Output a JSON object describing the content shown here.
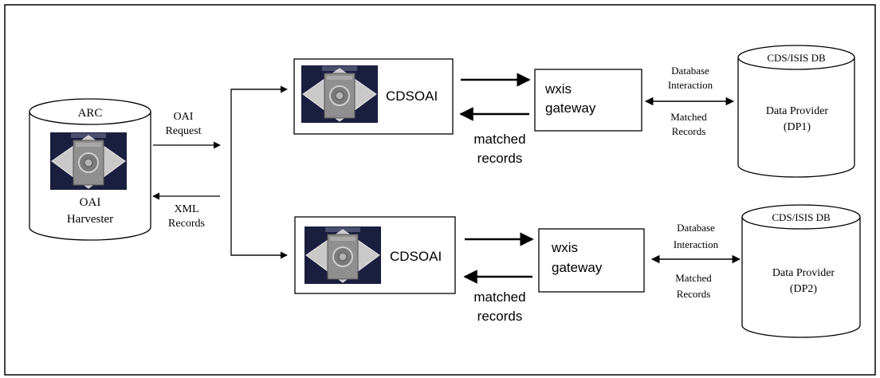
{
  "harvester": {
    "header": "ARC",
    "label_line1": "OAI",
    "label_line2": "Harvester",
    "icon": "server-computer-icon"
  },
  "request_arrow": {
    "line1": "OAI",
    "line2": "Request"
  },
  "response_arrow": {
    "line1": "XML",
    "line2": "Records"
  },
  "providers": [
    {
      "server_label": "CDSOAI",
      "gateway_line1": "wxis",
      "gateway_line2": "gateway",
      "interaction_line1": "Database",
      "interaction_line2": "Interaction",
      "matched_line1": "Matched",
      "matched_line2": "Records",
      "return_line1": "matched",
      "return_line2": "records",
      "db_header": "CDS/ISIS DB",
      "db_line1": "Data Provider",
      "db_line2": "(DP1)"
    },
    {
      "server_label": "CDSOAI",
      "gateway_line1": "wxis",
      "gateway_line2": "gateway",
      "interaction_line1": "Database",
      "interaction_line2": "Interaction",
      "matched_line1": "Matched",
      "matched_line2": "Records",
      "return_line1": "matched",
      "return_line2": "records",
      "db_header": "CDS/ISIS DB",
      "db_line1": "Data Provider",
      "db_line2": "(DP2)"
    }
  ],
  "colors": {
    "icon_bg": "#1b1f3f",
    "icon_diamond": "#c7c7c7",
    "icon_panel": "#8d8d8d",
    "line": "#000000"
  }
}
